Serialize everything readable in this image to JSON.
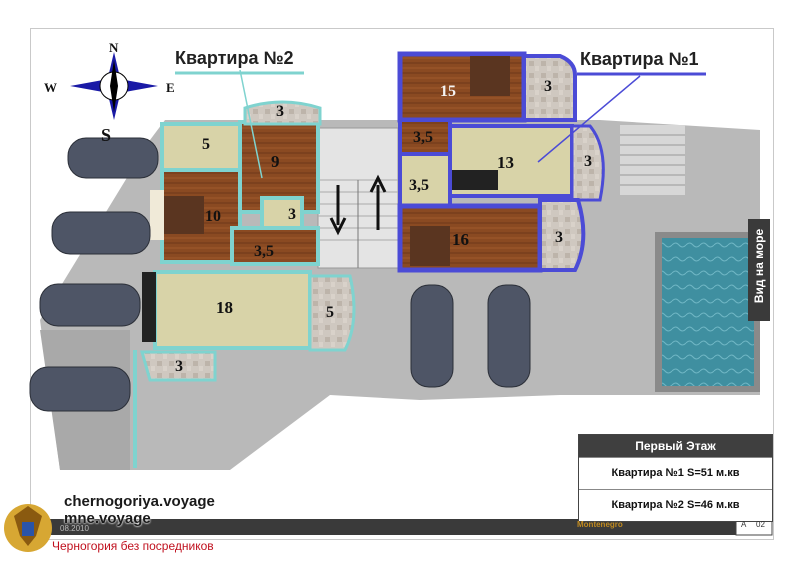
{
  "titles": {
    "apt2": "Квартира №2",
    "apt1": "Квартира №1"
  },
  "compass": {
    "n": "N",
    "s": "S",
    "w": "W",
    "e": "E"
  },
  "rooms": {
    "a2_top_terrace": "3",
    "a2_room_5": "5",
    "a2_room_9": "9",
    "a2_room_3": "3",
    "a2_room_10": "10",
    "a2_room_35": "3,5",
    "a2_room_18": "18",
    "a2_room_5b": "5",
    "a2_room_3b": "3",
    "a1_room_15": "15",
    "a1_terrace_top": "3",
    "a1_room_35a": "3,5",
    "a1_room_13": "13",
    "a1_terrace_mid": "3",
    "a1_room_35b": "3,5",
    "a1_room_16": "16",
    "a1_terrace_bot": "3"
  },
  "sea_view": "Вид на море",
  "legend": {
    "header": "Первый Этаж",
    "apt1": "Квартира №1 S=51 м.кв",
    "apt2": "Квартира №2 S=46 м.кв"
  },
  "footer": {
    "date": "08.2010",
    "brand": "Montenegro",
    "sheet": "A",
    "page": "02"
  },
  "watermark": {
    "line1": "chernogoriya.voyage",
    "line2": "mne.voyage",
    "line3": "Черногория без посредников"
  },
  "colors": {
    "apt1_wall": "#4b4bd6",
    "apt2_wall": "#7fd3cf",
    "wood": "#8a4a22",
    "tile": "#d8d3a8",
    "pool": "#3f8fa0",
    "ground": "#b9b9b9"
  }
}
